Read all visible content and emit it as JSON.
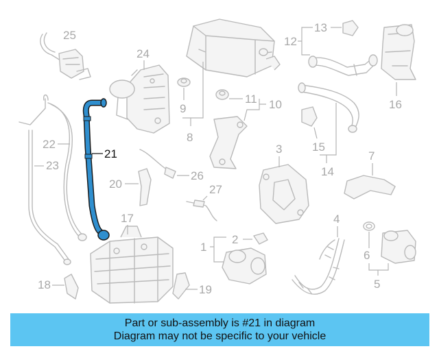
{
  "callouts": {
    "c1": "1",
    "c2": "2",
    "c3": "3",
    "c4": "4",
    "c5": "5",
    "c6": "6",
    "c7": "7",
    "c8": "8",
    "c9": "9",
    "c10": "10",
    "c11": "11",
    "c12": "12",
    "c13": "13",
    "c14": "14",
    "c15": "15",
    "c16": "16",
    "c17": "17",
    "c18": "18",
    "c19": "19",
    "c20": "20",
    "c21": "21",
    "c22": "22",
    "c23": "23",
    "c24": "24",
    "c25": "25",
    "c26": "26",
    "c27": "27"
  },
  "highlighted_part": "21",
  "colors": {
    "highlight_part": "#2f8fcf",
    "banner": "#5cc5f2",
    "callout_gray": "#a8a8a8"
  },
  "banner": {
    "line1": "Part or sub-assembly is #21 in diagram",
    "line2": "Diagram may not be specific to your vehicle"
  }
}
